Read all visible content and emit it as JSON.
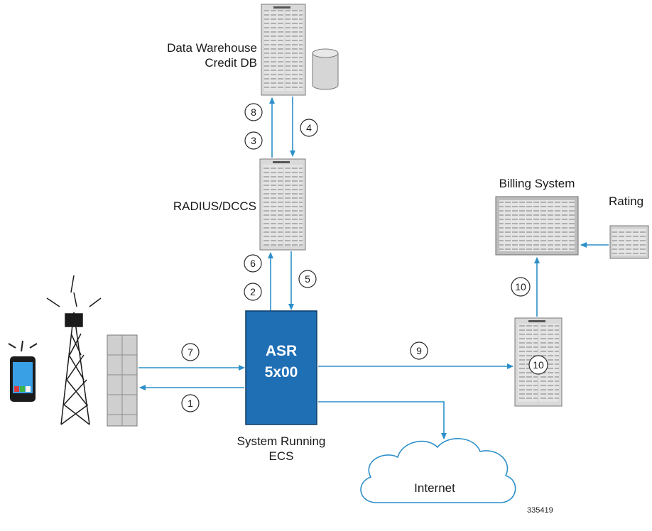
{
  "labels": {
    "data_warehouse": "Data Warehouse",
    "credit_db": "Credit DB",
    "radius": "RADIUS/DCCS",
    "billing": "Billing System",
    "rating": "Rating",
    "asr_line1": "ASR",
    "asr_line2": "5x00",
    "system_running": "System Running",
    "ecs": "ECS",
    "internet": "Internet",
    "figure_id": "335419"
  },
  "steps": {
    "s1": "1",
    "s2": "2",
    "s3": "3",
    "s4": "4",
    "s5": "5",
    "s6": "6",
    "s7": "7",
    "s8": "8",
    "s9": "9",
    "s10a": "10",
    "s10b": "10"
  },
  "colors": {
    "asr_fill": "#1f6fb5",
    "arrow": "#2b8fc9"
  }
}
